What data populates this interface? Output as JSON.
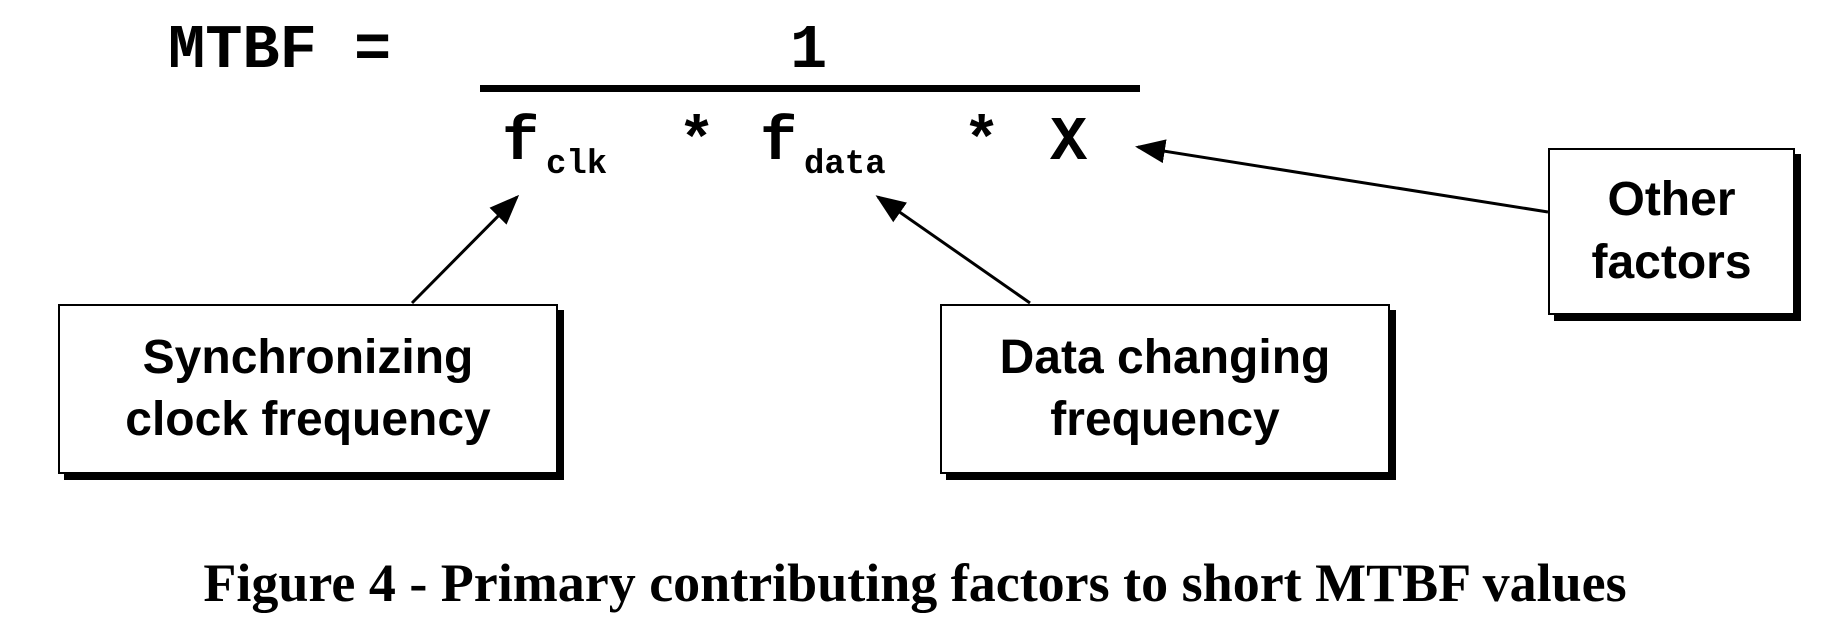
{
  "equation": {
    "lhs": "MTBF =",
    "numerator": "1",
    "denominator": {
      "f1": "f",
      "sub1": "clk",
      "op1": "*",
      "f2": "f",
      "sub2": "data",
      "op2": "*",
      "x": "X"
    }
  },
  "callouts": {
    "clock": [
      "Synchronizing",
      "clock frequency"
    ],
    "data": [
      "Data changing",
      "frequency"
    ],
    "other": [
      "Other",
      "factors"
    ]
  },
  "caption": "Figure 4 - Primary contributing factors to short MTBF values"
}
